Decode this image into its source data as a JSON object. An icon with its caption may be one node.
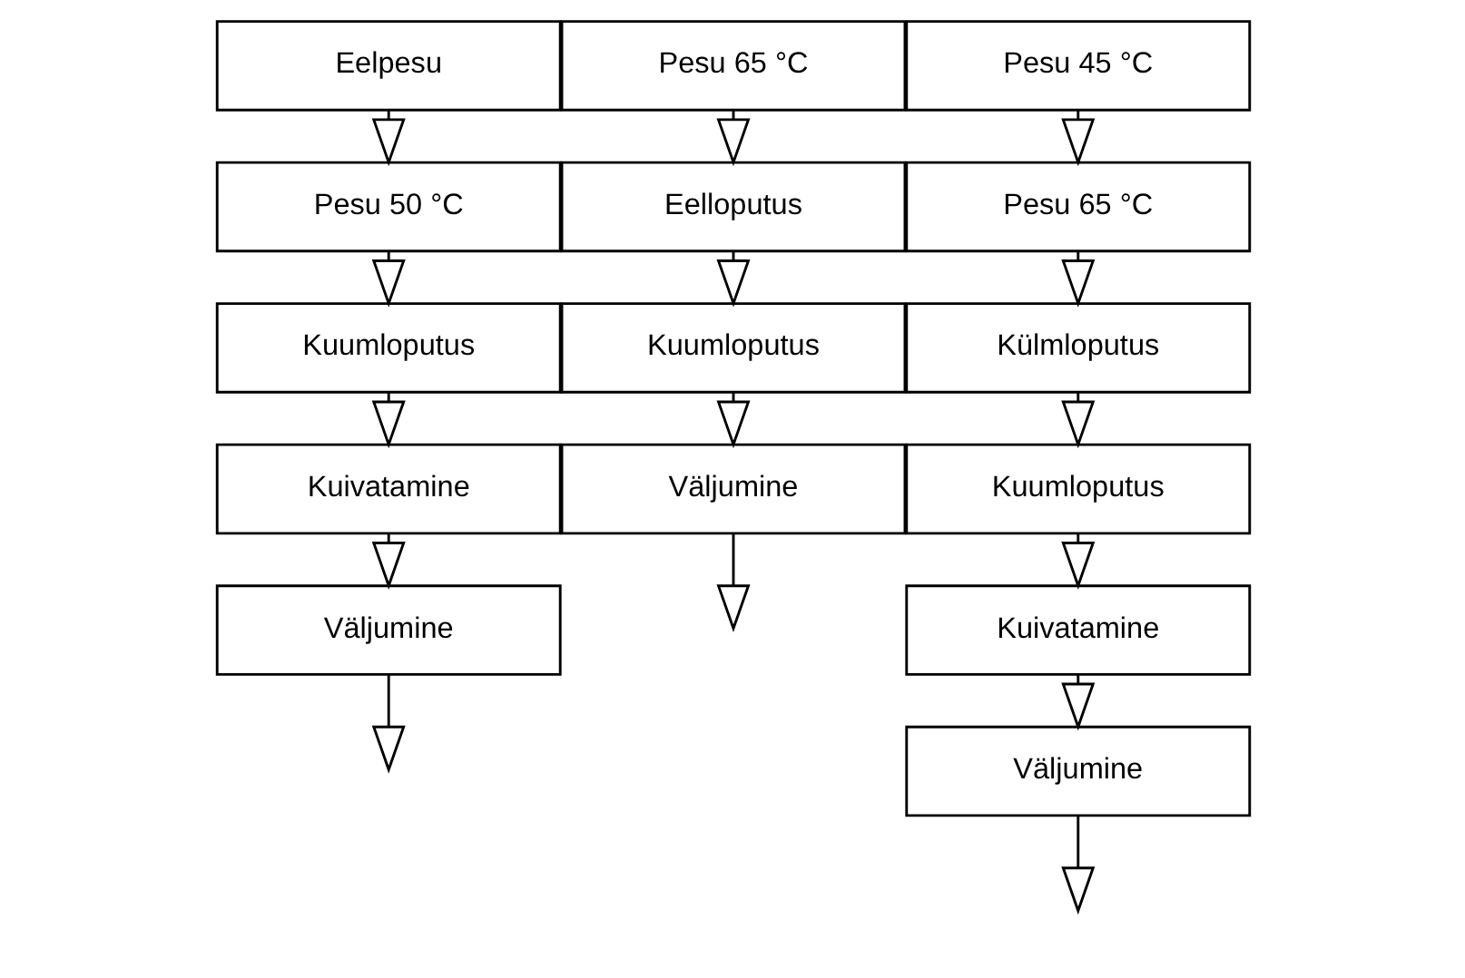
{
  "diagram": {
    "nodes": [
      {
        "text": [
          "Eelpesu"
        ]
      },
      {
        "text": [
          "Pesu 50 °C"
        ]
      },
      {
        "text": [
          "Kuumloputus"
        ]
      },
      {
        "text": [
          "Kuivatamine"
        ]
      },
      {
        "text": [
          "Väljumine"
        ]
      },
      {
        "text": [
          "Pesu 65 °C"
        ]
      },
      {
        "text": [
          "Eelloputus"
        ]
      },
      {
        "text": [
          "Kuumloputus"
        ]
      },
      {
        "text": [
          "Väljumine"
        ]
      },
      {
        "text": [
          "Pesu 45 °C"
        ]
      },
      {
        "text": [
          "Pesu 65 °C"
        ]
      },
      {
        "text": [
          "Külmloputus"
        ]
      },
      {
        "text": [
          "Kuumloputus"
        ]
      },
      {
        "text": [
          "Kuivatamine"
        ]
      },
      {
        "text": [
          "Väljumine"
        ]
      }
    ],
    "edges": [
      {
        "from": 0,
        "to": 1,
        "arrow": "to"
      },
      {
        "from": 1,
        "to": 2,
        "arrow": "to"
      },
      {
        "from": 2,
        "to": 3,
        "arrow": "to"
      },
      {
        "from": 3,
        "to": 4,
        "arrow": "to"
      },
      {
        "from": 4,
        "to": null,
        "arrow": "to"
      },
      {
        "from": 5,
        "to": 6,
        "arrow": "to"
      },
      {
        "from": 6,
        "to": 7,
        "arrow": "to"
      },
      {
        "from": 7,
        "to": 8,
        "arrow": "to"
      },
      {
        "from": 8,
        "to": null,
        "arrow": "to"
      },
      {
        "from": 9,
        "to": 10,
        "arrow": "to"
      },
      {
        "from": 10,
        "to": 11,
        "arrow": "to"
      },
      {
        "from": 11,
        "to": 12,
        "arrow": "to"
      },
      {
        "from": 12,
        "to": 13,
        "arrow": "to"
      },
      {
        "from": 13,
        "to": 14,
        "arrow": "to"
      },
      {
        "from": 14,
        "to": null,
        "arrow": "to"
      }
    ]
  }
}
